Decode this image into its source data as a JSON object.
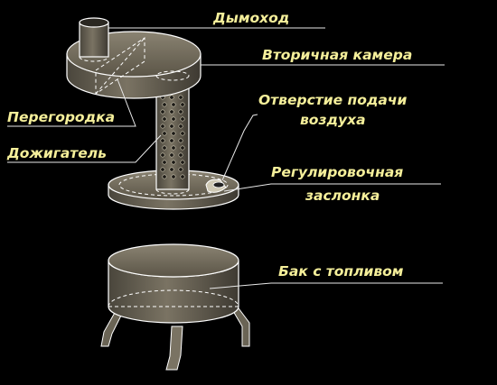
{
  "labels": {
    "chimney": "Дымоход",
    "secondary_chamber": "Вторичная камера",
    "air_inlet_line1": "Отверстие подачи",
    "air_inlet_line2": "воздуха",
    "partition": "Перегородка",
    "afterburner": "Дожигатель",
    "damper_line1": "Регулировочная",
    "damper_line2": "заслонка",
    "fuel_tank": "Бак с топливом"
  },
  "colors": {
    "background": "#000000",
    "label_text": "#f5ef9a",
    "metal_fill": "#6e6758",
    "outline": "#ffffff"
  }
}
